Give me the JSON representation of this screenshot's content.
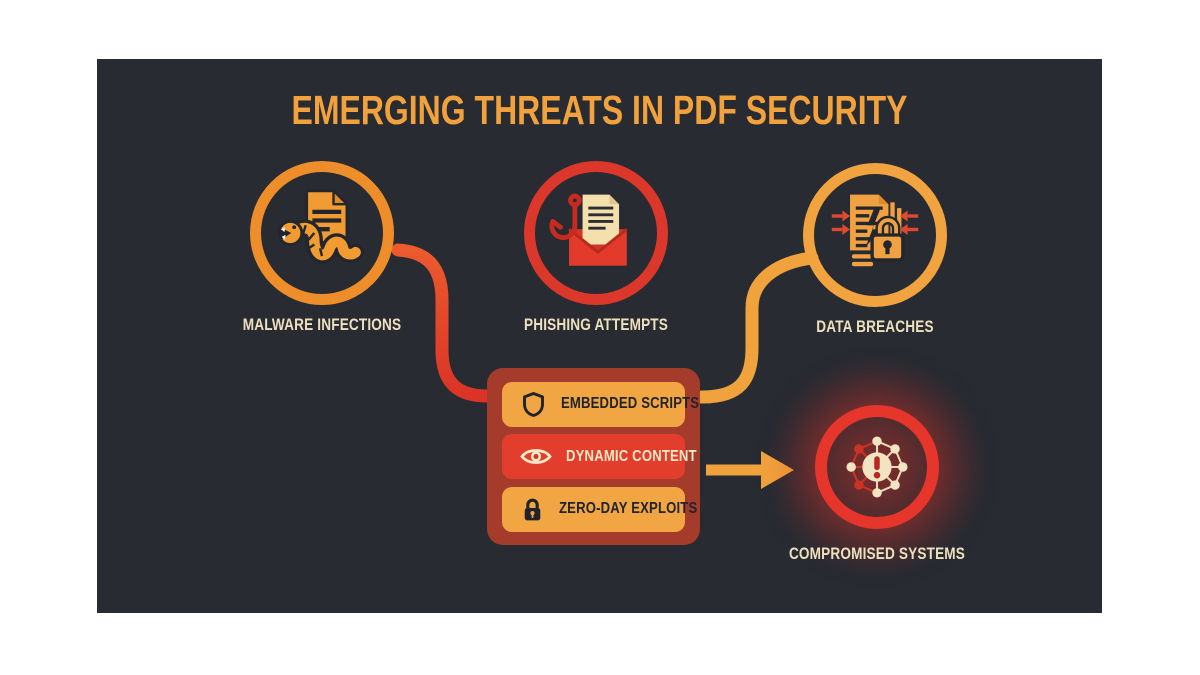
{
  "title": "EMERGING THREATS IN PDF SECURITY",
  "nodes": [
    {
      "label": "MALWARE INFECTIONS",
      "icon": "worm-document-icon",
      "ring_color": "#ee8e2a"
    },
    {
      "label": "PHISHING ATTEMPTS",
      "icon": "hook-envelope-icon",
      "ring_color": "#dc372b"
    },
    {
      "label": "DATA BREACHES",
      "icon": "document-lock-icon",
      "ring_color": "#f0a33e"
    },
    {
      "label": "COMPROMISED SYSTEMS",
      "icon": "network-alert-icon",
      "ring_color": "#e6352a"
    }
  ],
  "threat_box": {
    "rows": [
      {
        "label": "EMBEDDED SCRIPTS",
        "icon": "shield-icon",
        "style": "orange"
      },
      {
        "label": "DYNAMIC CONTENT",
        "icon": "eye-icon",
        "style": "red"
      },
      {
        "label": "ZERO-DAY EXPLOITS",
        "icon": "lock-icon",
        "style": "orange"
      }
    ]
  },
  "connectors": [
    {
      "from": "malware-node",
      "to": "threat-box",
      "color": "#dd3a29"
    },
    {
      "from": "data-breaches-node",
      "to": "threat-box",
      "color": "#f0a23c"
    },
    {
      "from": "threat-box",
      "to": "compromised-node",
      "color": "#f0a23c",
      "shape": "arrow"
    }
  ],
  "colors": {
    "background": "#ffffff",
    "panel": "#282b32",
    "title": "#f2a23c",
    "label_cream": "#ede0bd",
    "box": "#a53c2b",
    "pill_orange": "#f1a643",
    "pill_red": "#e33d2d",
    "icon_dark": "#21252b",
    "connector_red": "#dd3a29",
    "connector_orange": "#f0a23c"
  }
}
